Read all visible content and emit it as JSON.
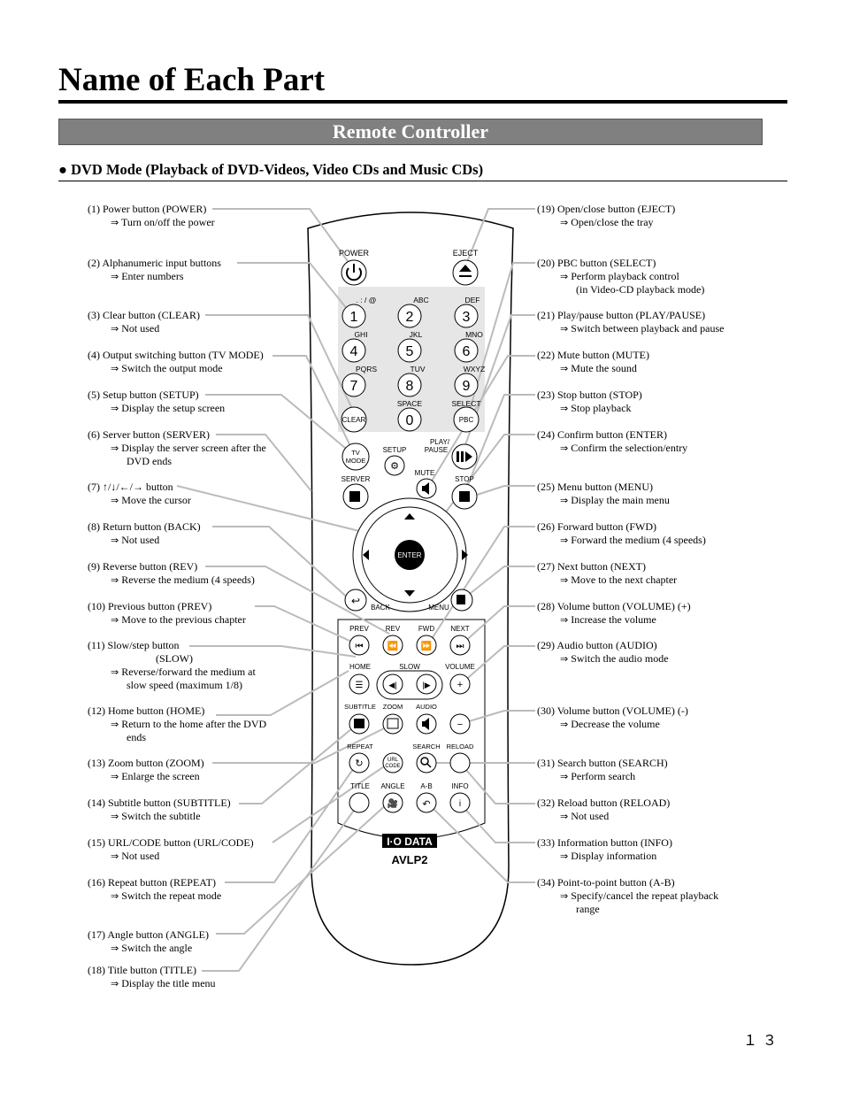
{
  "page": {
    "title": "Name of Each Part",
    "banner": "Remote Controller",
    "mode_heading": "● DVD Mode (Playback of DVD-Videos, Video CDs and Music CDs)",
    "page_number": "１３"
  },
  "arrow": "⇒",
  "left_entries": [
    {
      "name": "(1) Power button (POWER)",
      "desc": [
        "Turn on/off the power"
      ]
    },
    {
      "name": "(2) Alphanumeric input buttons",
      "desc": [
        "Enter numbers"
      ]
    },
    {
      "name": "(3) Clear button (CLEAR)",
      "desc": [
        "Not used"
      ]
    },
    {
      "name": "(4) Output switching button (TV MODE)",
      "desc": [
        "Switch the output mode"
      ]
    },
    {
      "name": "(5) Setup button (SETUP)",
      "desc": [
        "Display the setup screen"
      ]
    },
    {
      "name": "(6) Server button (SERVER)",
      "desc": [
        "Display the server screen after the",
        "DVD ends"
      ]
    },
    {
      "name": "(7) ↑/↓/←/→ button",
      "desc": [
        "Move the cursor"
      ]
    },
    {
      "name": "(8) Return button (BACK)",
      "desc": [
        "Not used"
      ]
    },
    {
      "name": "(9) Reverse button (REV)",
      "desc": [
        "Reverse the medium (4 speeds)"
      ]
    },
    {
      "name": "(10) Previous button (PREV)",
      "desc": [
        "Move to the previous chapter"
      ]
    },
    {
      "name": "(11) Slow/step button",
      "sub": "(SLOW)",
      "desc": [
        "Reverse/forward the medium at",
        "slow speed (maximum 1/8)"
      ]
    },
    {
      "name": "(12) Home button (HOME)",
      "desc": [
        "Return to the home after the DVD",
        "ends"
      ]
    },
    {
      "name": "(13) Zoom button (ZOOM)",
      "desc": [
        "Enlarge the screen"
      ]
    },
    {
      "name": "(14) Subtitle button (SUBTITLE)",
      "desc": [
        "Switch the subtitle"
      ]
    },
    {
      "name": "(15) URL/CODE button (URL/CODE)",
      "desc": [
        "Not used"
      ]
    },
    {
      "name": "(16) Repeat button (REPEAT)",
      "desc": [
        "Switch the repeat mode"
      ]
    },
    {
      "name": "(17) Angle button (ANGLE)",
      "desc": [
        "Switch the angle"
      ]
    },
    {
      "name": "(18) Title button (TITLE)",
      "desc": [
        "Display the title menu"
      ]
    }
  ],
  "right_entries": [
    {
      "name": "(19) Open/close button (EJECT)",
      "desc": [
        "Open/close the tray"
      ]
    },
    {
      "name": "(20) PBC button (SELECT)",
      "desc": [
        "Perform playback control",
        "(in Video-CD playback mode)"
      ]
    },
    {
      "name": "(21) Play/pause button (PLAY/PAUSE)",
      "desc": [
        "Switch between playback and pause"
      ]
    },
    {
      "name": "(22) Mute button (MUTE)",
      "desc": [
        "Mute the sound"
      ]
    },
    {
      "name": "(23) Stop button (STOP)",
      "desc": [
        "Stop playback"
      ]
    },
    {
      "name": "(24) Confirm button (ENTER)",
      "desc": [
        "Confirm the selection/entry"
      ]
    },
    {
      "name": "(25) Menu button (MENU)",
      "desc": [
        "Display the main menu"
      ]
    },
    {
      "name": "(26) Forward button (FWD)",
      "desc": [
        "Forward the medium (4 speeds)"
      ]
    },
    {
      "name": "(27) Next button (NEXT)",
      "desc": [
        "Move to the next chapter"
      ]
    },
    {
      "name": "(28) Volume button (VOLUME) (+)",
      "desc": [
        "Increase the volume"
      ]
    },
    {
      "name": "(29) Audio button (AUDIO)",
      "desc": [
        "Switch the audio mode"
      ]
    },
    {
      "name": "(30) Volume button (VOLUME) (-)",
      "desc": [
        "Decrease the volume"
      ]
    },
    {
      "name": "(31) Search button (SEARCH)",
      "desc": [
        "Perform search"
      ]
    },
    {
      "name": "(32) Reload button (RELOAD)",
      "desc": [
        "Not used"
      ]
    },
    {
      "name": "(33) Information button (INFO)",
      "desc": [
        "Display information"
      ]
    },
    {
      "name": "(34) Point-to-point button (A-B)",
      "desc": [
        "Specify/cancel the repeat playback",
        "range"
      ]
    }
  ],
  "remote": {
    "labels": {
      "power": "POWER",
      "eject": "EJECT",
      "sym": ". : / @",
      "abc": "ABC",
      "def": "DEF",
      "ghi": "GHI",
      "jkl": "JKL",
      "mno": "MNO",
      "pqrs": "PQRS",
      "tuv": "TUV",
      "wxyz": "WXYZ",
      "space": "SPACE",
      "select": "SELECT",
      "clear": "CLEAR",
      "pbc": "PBC",
      "tv": "TV",
      "mode": "MODE",
      "setup": "SETUP",
      "play": "PLAY/",
      "pause": "PAUSE",
      "server": "SERVER",
      "mute": "MUTE",
      "stop": "STOP",
      "enter": "ENTER",
      "back": "BACK",
      "menu": "MENU",
      "prev": "PREV",
      "rev": "REV",
      "fwd": "FWD",
      "next": "NEXT",
      "home": "HOME",
      "slow": "SLOW",
      "volume": "VOLUME",
      "subtitle": "SUBTITLE",
      "zoom": "ZOOM",
      "audio": "AUDIO",
      "repeat": "REPEAT",
      "url": "URL",
      "code": "CODE",
      "search": "SEARCH",
      "reload": "RELOAD",
      "title": "TITLE",
      "angle": "ANGLE",
      "ab": "A-B",
      "info": "INFO"
    },
    "digits": [
      "1",
      "2",
      "3",
      "4",
      "5",
      "6",
      "7",
      "8",
      "9",
      "0"
    ],
    "brand": "I·O DATA",
    "model": "AVLP2"
  }
}
